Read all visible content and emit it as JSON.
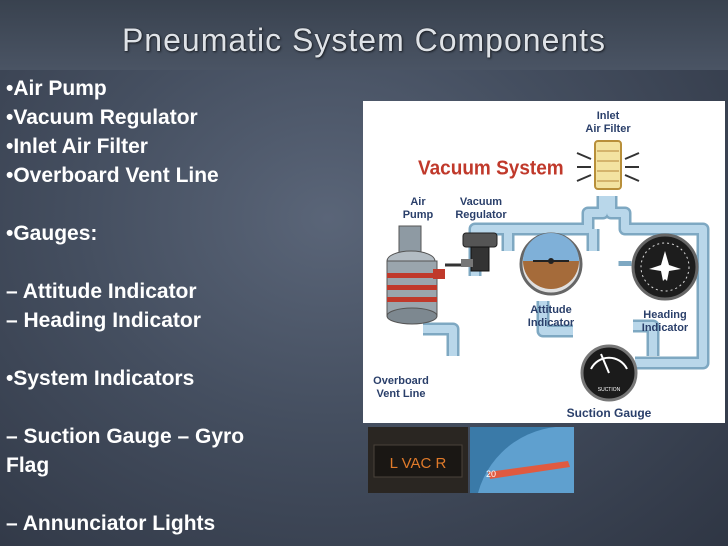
{
  "slide": {
    "title": "Pneumatic System Components",
    "bullets": [
      "•Air Pump",
      "•Vacuum Regulator",
      "•Inlet Air Filter",
      "•Overboard Vent Line",
      "",
      "•Gauges:",
      "",
      "– Attitude Indicator",
      "– Heading Indicator",
      "",
      "•System Indicators",
      "",
      "– Suction Gauge – Gyro",
      "Flag",
      "",
      "–  Annunciator Lights"
    ]
  },
  "diagram": {
    "title": "Vacuum System",
    "labels": {
      "inlet_filter": [
        "Inlet",
        "Air Filter"
      ],
      "air_pump": [
        "Air",
        "Pump"
      ],
      "vacuum_regulator": [
        "Vacuum",
        "Regulator"
      ],
      "attitude": [
        "Attitude",
        "Indicator"
      ],
      "heading": [
        "Heading",
        "Indicator"
      ],
      "overboard": [
        "Overboard",
        "Vent Line"
      ],
      "suction": "Suction Gauge",
      "suction_face": "SUCTION"
    },
    "colors": {
      "pipe": "#9cc4da",
      "title": "#c0392b",
      "text": "#2a3f6a"
    }
  },
  "photos": {
    "annunciator_text": "L VAC R",
    "gauge_tick": "20"
  }
}
